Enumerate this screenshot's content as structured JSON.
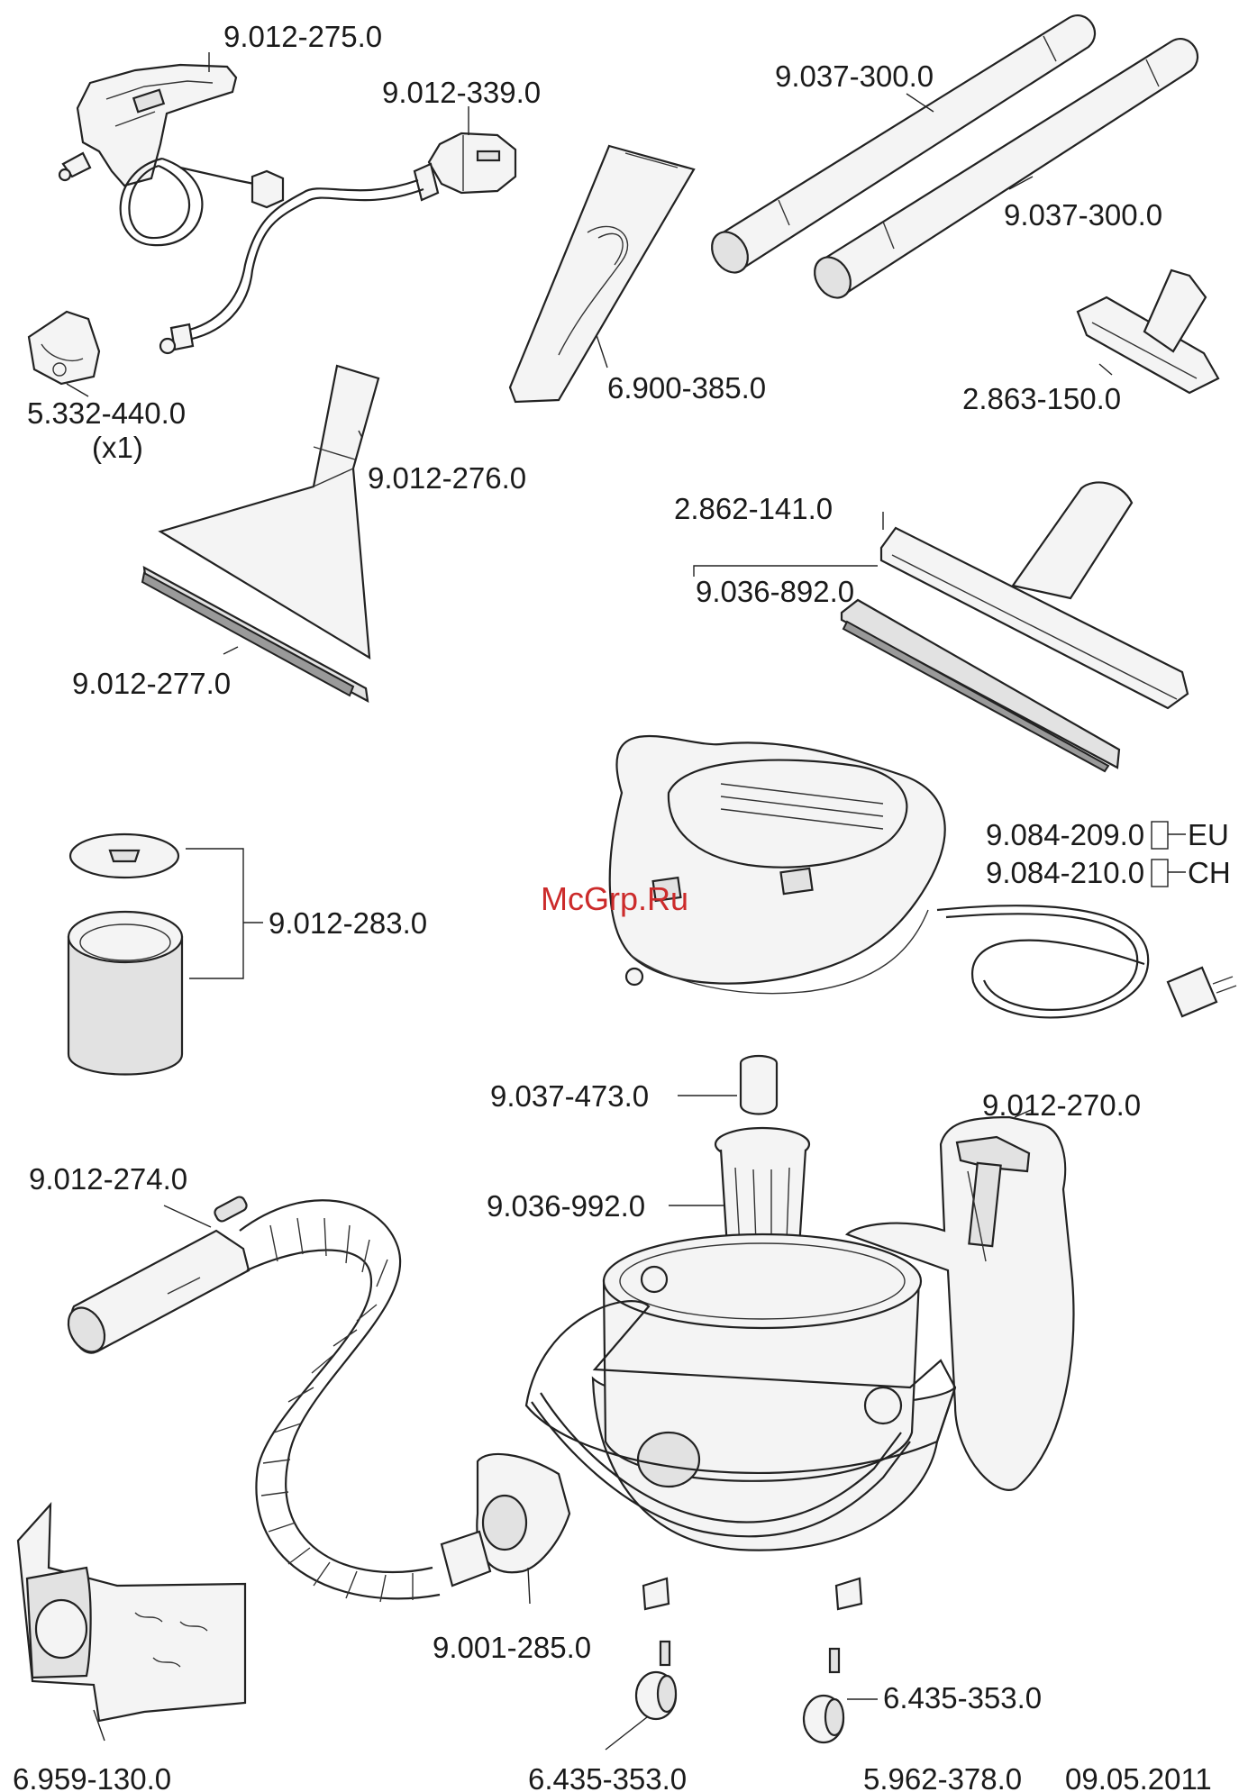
{
  "diagram": {
    "part_numbers": {
      "spray_handle": "9.012-275.0",
      "hose_coupling": "9.012-339.0",
      "suction_tube_a": "9.037-300.0",
      "suction_tube_b": "9.037-300.0",
      "crevice_nozzle": "6.900-385.0",
      "upholstery_nozzle": "2.863-150.0",
      "spray_hose_clip": "5.332-440.0",
      "spray_hose_clip_qty": "(x1)",
      "upholstery_spray_nozzle": "9.012-276.0",
      "nozzle_insert": "9.012-277.0",
      "floor_nozzle": "2.862-141.0",
      "floor_nozzle_strip": "9.036-892.0",
      "power_cord_eu": "9.084-209.0",
      "power_cord_eu_region": "EU",
      "power_cord_ch": "9.084-210.0",
      "power_cord_ch_region": "CH",
      "filter_set": "9.012-283.0",
      "float_cap": "9.037-473.0",
      "water_tank": "9.012-270.0",
      "basket_filter": "9.036-992.0",
      "elbow_handle": "9.012-274.0",
      "hose_connector": "9.001-285.0",
      "filter_bag": "6.959-130.0",
      "caster_left": "6.435-353.0",
      "caster_right": "6.435-353.0"
    },
    "footer": {
      "doc_number": "5.962-378.0",
      "date": "09.05.2011"
    },
    "watermark": "McGrp.Ru"
  }
}
